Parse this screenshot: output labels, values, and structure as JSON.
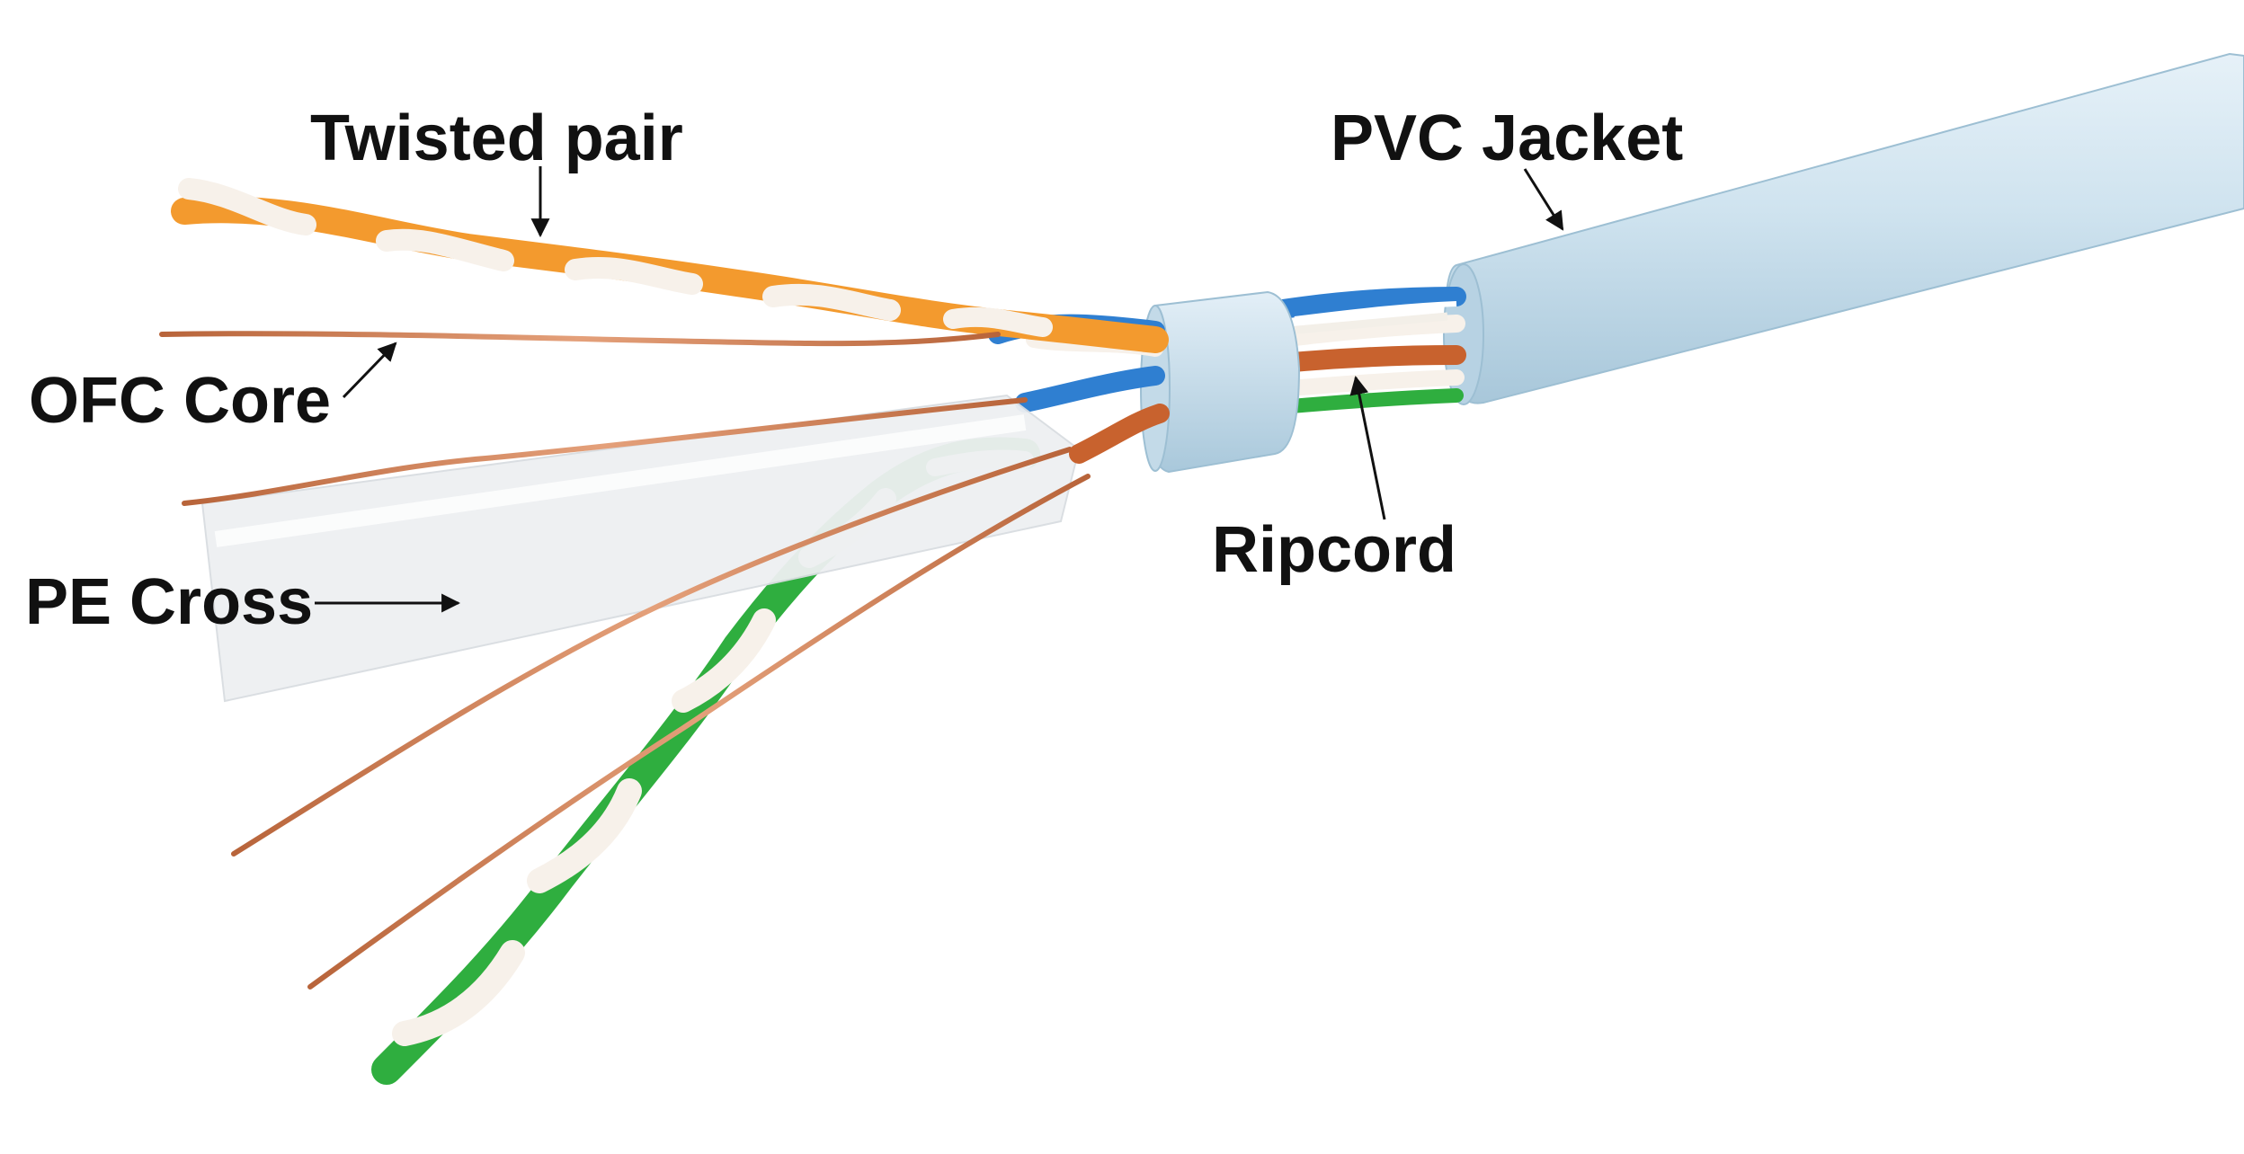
{
  "labels": {
    "twisted_pair": "Twisted pair",
    "ofc_core": "OFC Core",
    "pe_cross": "PE Cross",
    "pvc_jacket": "PVC Jacket",
    "ripcord": "Ripcord"
  },
  "colors": {
    "jacket": "#cfe3ef",
    "jacket_dark": "#a9c9dc",
    "orange": "#f39a2e",
    "white_insulation": "#f7f1ea",
    "green": "#2fae3f",
    "blue": "#2f7fd1",
    "copper": "#c8794b",
    "pe_cross": "#eef0f2"
  }
}
